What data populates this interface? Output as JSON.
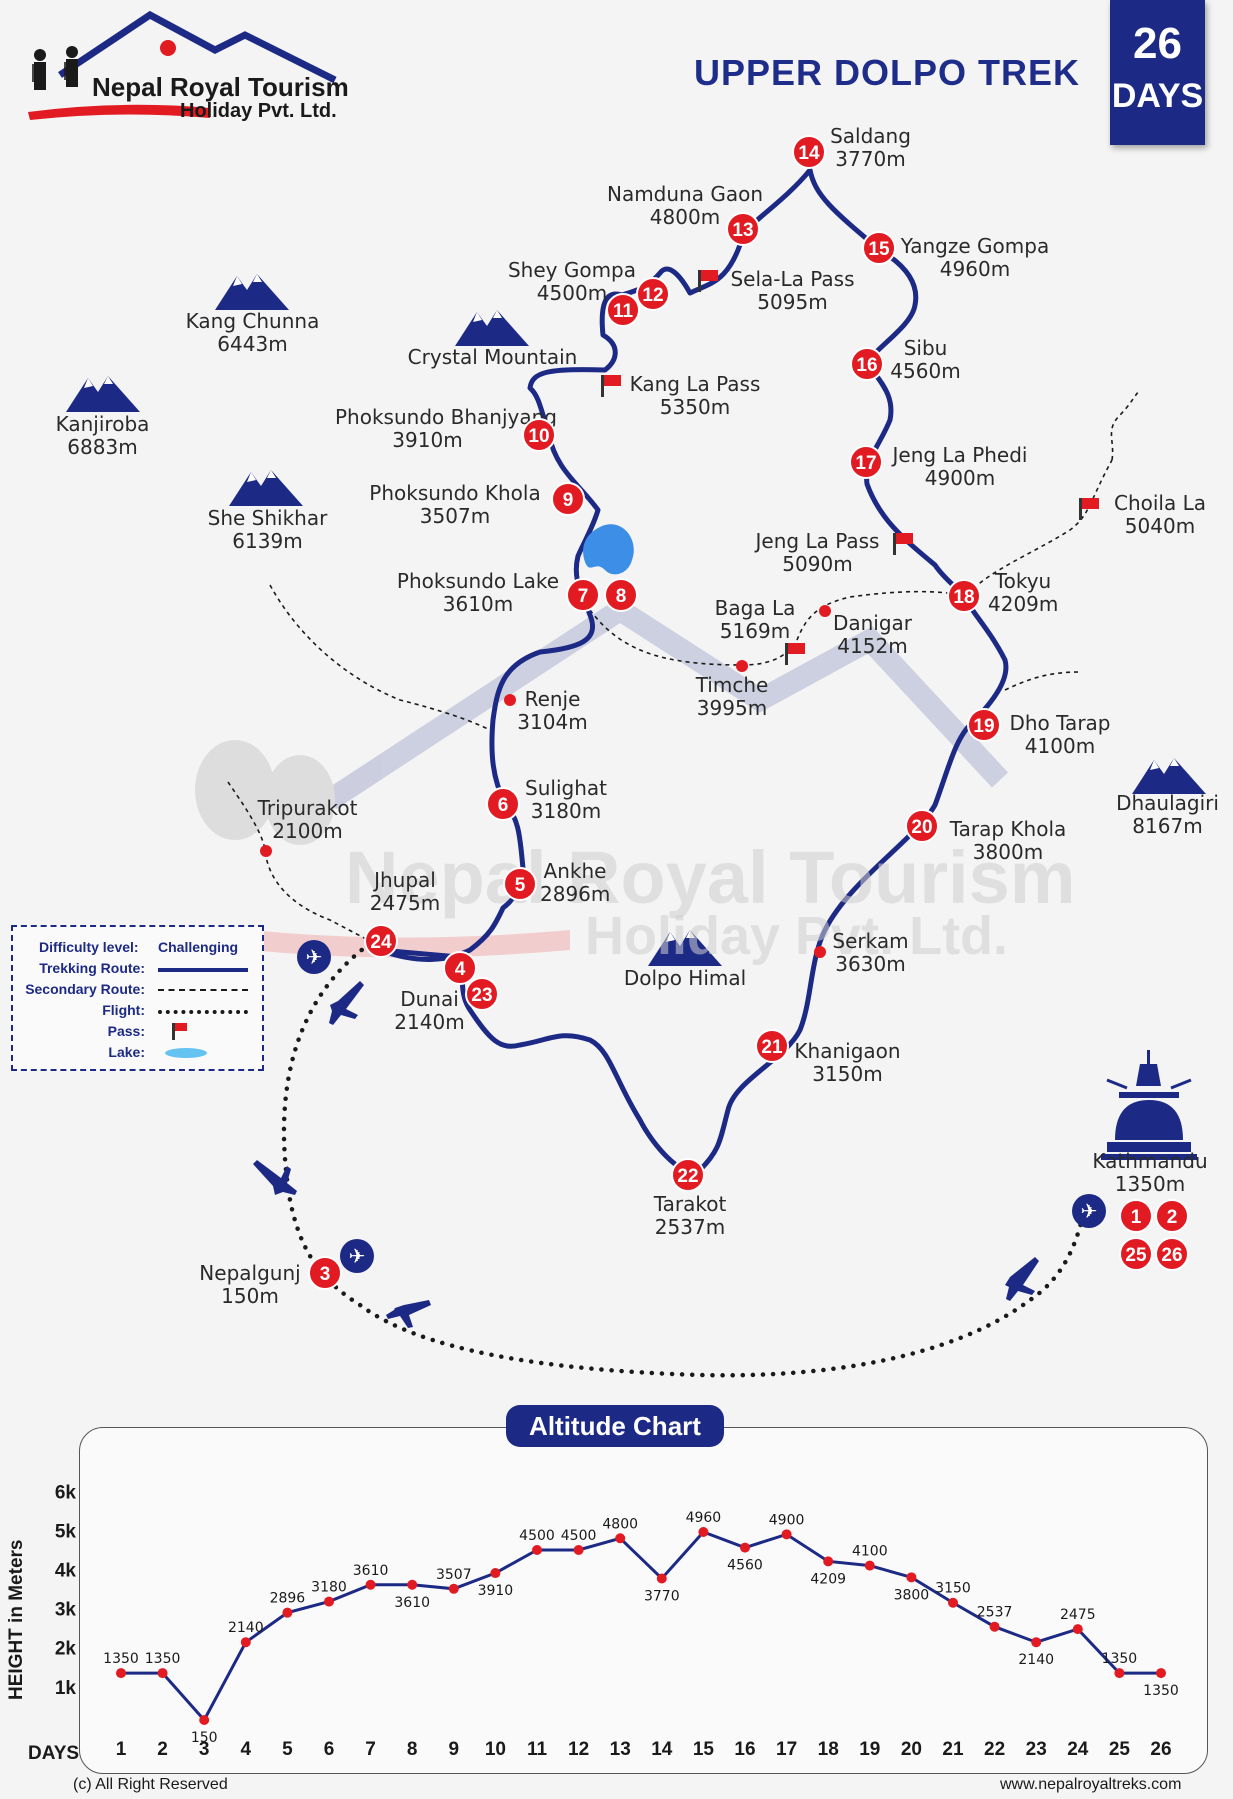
{
  "brand": {
    "name_line1": "Nepal Royal Tourism",
    "name_line2": "Holiday Pvt. Ltd.",
    "watermark_line1": "Nepal Royal Tourism",
    "watermark_line2": "Holiday Pvt. Ltd."
  },
  "header": {
    "title": "UPPER DOLPO TREK",
    "days_number": "26",
    "days_label": "DAYS"
  },
  "colors": {
    "route": "#1c2a86",
    "marker": "#e21b23",
    "lake": "#3d8ee6",
    "mountain": "#1c2a86"
  },
  "mountains": [
    {
      "name": "Kang Chunna",
      "alt": "6443m"
    },
    {
      "name": "Crystal Mountain",
      "alt": ""
    },
    {
      "name": "Kanjiroba",
      "alt": "6883m"
    },
    {
      "name": "She Shikhar",
      "alt": "6139m"
    },
    {
      "name": "Dhaulagiri",
      "alt": "8167m"
    },
    {
      "name": "Dolpo Himal",
      "alt": ""
    }
  ],
  "stops": [
    {
      "days": [
        "1",
        "2",
        "25",
        "26"
      ],
      "name": "Kathmandu",
      "alt": "1350m"
    },
    {
      "days": [
        "3"
      ],
      "name": "Nepalgunj",
      "alt": "150m"
    },
    {
      "days": [
        "4",
        "23"
      ],
      "name": "Dunai",
      "alt": "2140m"
    },
    {
      "days": [
        "5"
      ],
      "name": "Ankhe",
      "alt": "2896m"
    },
    {
      "days": [
        "6"
      ],
      "name": "Sulighat",
      "alt": "3180m"
    },
    {
      "days": [
        "7",
        "8"
      ],
      "name": "Phoksundo Lake",
      "alt": "3610m"
    },
    {
      "days": [
        "9"
      ],
      "name": "Phoksundo Khola",
      "alt": "3507m"
    },
    {
      "days": [
        "10"
      ],
      "name": "Phoksundo Bhanjyang",
      "alt": "3910m"
    },
    {
      "days": [
        "11",
        "12"
      ],
      "name": "Shey Gompa",
      "alt": "4500m"
    },
    {
      "days": [
        "13"
      ],
      "name": "Namduna Gaon",
      "alt": "4800m"
    },
    {
      "days": [
        "14"
      ],
      "name": "Saldang",
      "alt": "3770m"
    },
    {
      "days": [
        "15"
      ],
      "name": "Yangze Gompa",
      "alt": "4960m"
    },
    {
      "days": [
        "16"
      ],
      "name": "Sibu",
      "alt": "4560m"
    },
    {
      "days": [
        "17"
      ],
      "name": "Jeng La Phedi",
      "alt": "4900m"
    },
    {
      "days": [
        "18"
      ],
      "name": "Tokyu",
      "alt": "4209m"
    },
    {
      "days": [
        "19"
      ],
      "name": "Dho Tarap",
      "alt": "4100m"
    },
    {
      "days": [
        "20"
      ],
      "name": "Tarap Khola",
      "alt": "3800m"
    },
    {
      "days": [
        "21"
      ],
      "name": "Khanigaon",
      "alt": "3150m"
    },
    {
      "days": [
        "22"
      ],
      "name": "Tarakot",
      "alt": "2537m"
    },
    {
      "days": [
        "24"
      ],
      "name": "Jhupal",
      "alt": "2475m"
    }
  ],
  "waypoints": [
    {
      "name": "Renje",
      "alt": "3104m"
    },
    {
      "name": "Tripurakot",
      "alt": "2100m"
    },
    {
      "name": "Timche",
      "alt": "3995m"
    },
    {
      "name": "Danigar",
      "alt": "4152m"
    },
    {
      "name": "Serkam",
      "alt": "3630m"
    }
  ],
  "passes": [
    {
      "name": "Sela-La Pass",
      "alt": "5095m"
    },
    {
      "name": "Kang La Pass",
      "alt": "5350m"
    },
    {
      "name": "Jeng La Pass",
      "alt": "5090m"
    },
    {
      "name": "Baga La",
      "alt": "5169m"
    },
    {
      "name": "Choila La",
      "alt": "5040m"
    }
  ],
  "legend": {
    "difficulty_label": "Difficulty level:",
    "difficulty_value": "Challenging",
    "trekking": "Trekking Route:",
    "secondary": "Secondary Route:",
    "flight": "Flight:",
    "pass": "Pass:",
    "lake": "Lake:"
  },
  "chart_data": {
    "type": "line",
    "title": "Altitude Chart",
    "xlabel": "DAYS",
    "ylabel": "HEIGHT in Meters",
    "x": [
      1,
      2,
      3,
      4,
      5,
      6,
      7,
      8,
      9,
      10,
      11,
      12,
      13,
      14,
      15,
      16,
      17,
      18,
      19,
      20,
      21,
      22,
      23,
      24,
      25,
      26
    ],
    "values": [
      1350,
      1350,
      150,
      2140,
      2896,
      3180,
      3610,
      3610,
      3507,
      3910,
      4500,
      4500,
      4800,
      3770,
      4960,
      4560,
      4900,
      4209,
      4100,
      3800,
      3150,
      2537,
      2140,
      2475,
      1350,
      1350
    ],
    "y_ticks": [
      "1k",
      "2k",
      "3k",
      "4k",
      "5k",
      "6k"
    ],
    "ylim": [
      0,
      6500
    ],
    "grid": false
  },
  "footer": {
    "copyright": "(c) All Right Reserved",
    "website": "www.nepalroyaltreks.com"
  }
}
